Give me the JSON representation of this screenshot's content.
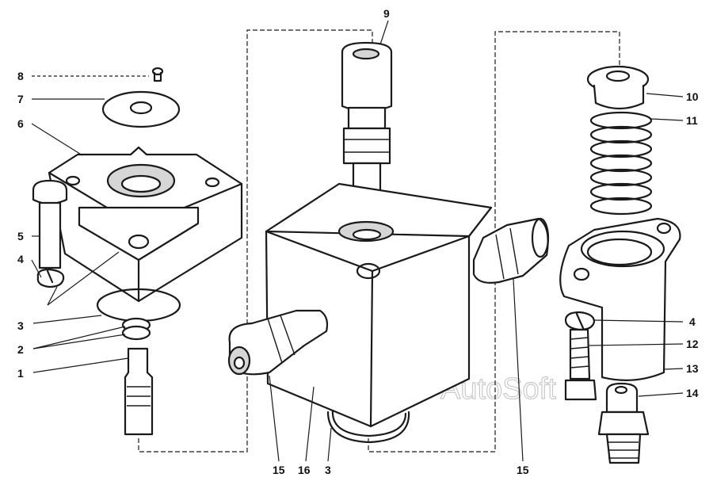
{
  "callouts": {
    "c1": "1",
    "c2": "2",
    "c3_left": "3",
    "c3_bottom": "3",
    "c4_left": "4",
    "c4_right": "4",
    "c5": "5",
    "c6": "6",
    "c7": "7",
    "c8": "8",
    "c9": "9",
    "c10": "10",
    "c11": "11",
    "c12": "12",
    "c13": "13",
    "c14": "14",
    "c15_left": "15",
    "c15_right": "15",
    "c16": "16"
  },
  "watermark": "AutoSoft",
  "colors": {
    "ink": "#1a1a1a",
    "background": "#ffffff",
    "watermark": "#c9c9c9"
  }
}
